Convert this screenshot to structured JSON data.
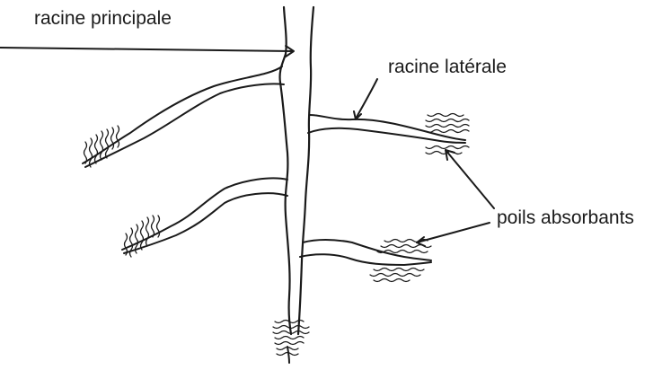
{
  "labels": {
    "main_root": "racine principale",
    "lateral_root": "racine latérale",
    "root_hairs": "poils absorbants"
  }
}
